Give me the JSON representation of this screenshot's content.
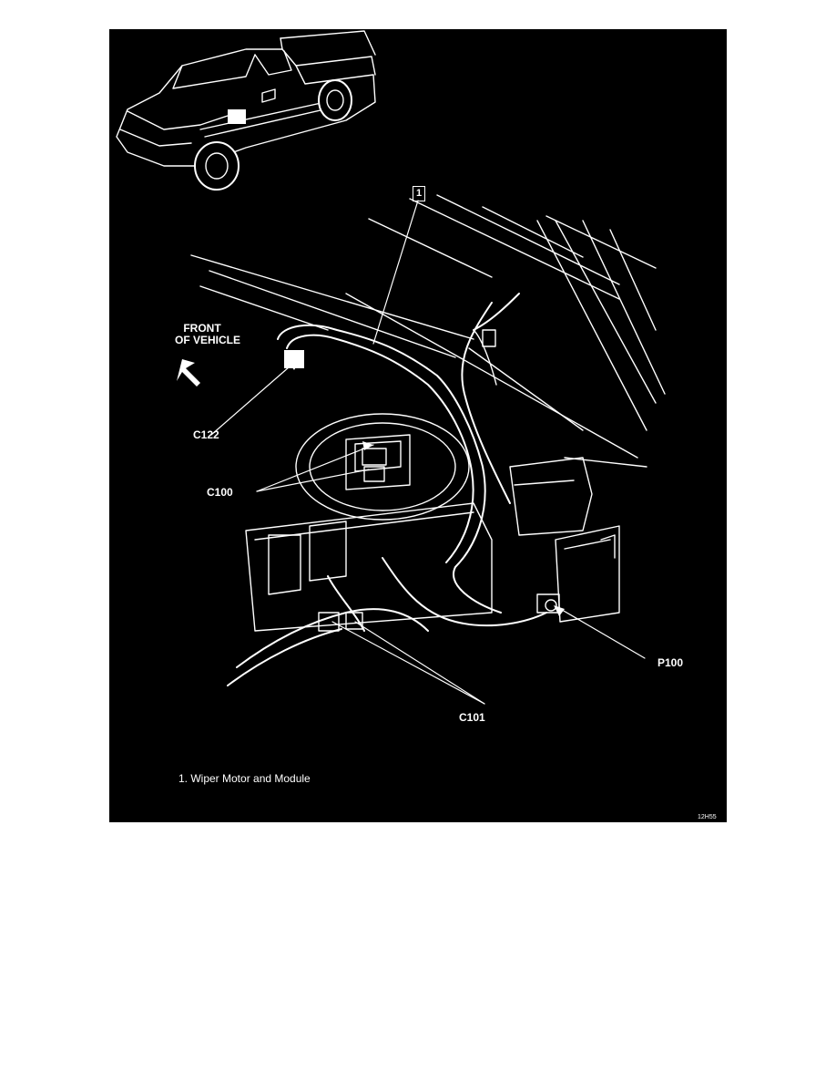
{
  "figure": {
    "callout_number": "1",
    "front_label_line1": "FRONT",
    "front_label_line2": "OF VEHICLE",
    "connectors": {
      "c122": "C122",
      "c100": "C100",
      "p100": "P100",
      "c101": "C101"
    },
    "legend": "1.  Wiper Motor and Module",
    "figure_code": "12H55"
  }
}
